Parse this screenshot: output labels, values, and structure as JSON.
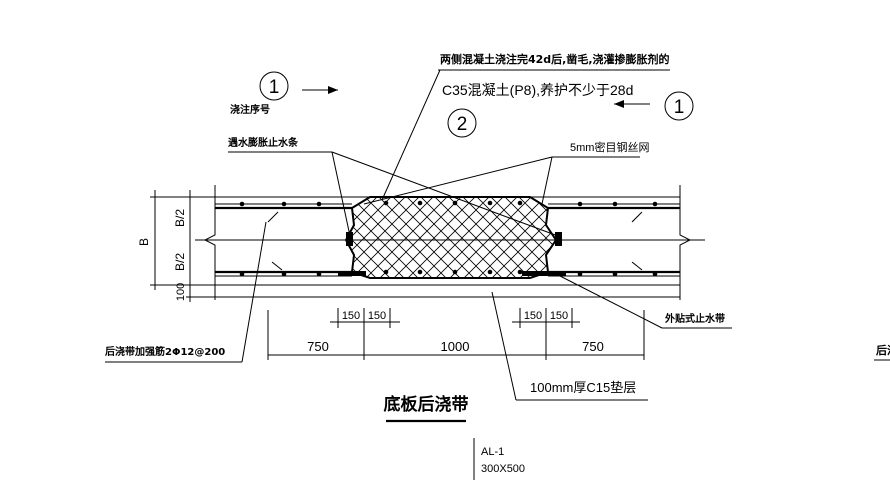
{
  "labels": {
    "pour_sequence": "浇注序号",
    "circle_1": "1",
    "circle_2": "2",
    "note_line1": "两侧混凝土浇注完42d后,凿毛,浇灌掺膨胀剂的",
    "note_line2": "C35混凝土(P8),养护不少于28d",
    "water_stop_strip": "遇水膨胀止水条",
    "mesh": "5mm密目钢丝网",
    "external_water_stop": "外贴式止水带",
    "reinforcement": "后浇带加强筋2Φ12@200",
    "cushion": "100mm厚C15垫层",
    "title": "底板后浇带",
    "right_cut_label": "后浇",
    "tag_name": "AL-1",
    "tag_size": "300X500"
  },
  "dimensions": {
    "left_b": "B",
    "left_b2_top": "B/2",
    "left_b2_bottom": "B/2",
    "left_100": "100",
    "bottom_750_left": "750",
    "bottom_1000": "1000",
    "bottom_750_right": "750",
    "d150_1": "150",
    "d150_2": "150",
    "d150_3": "150",
    "d150_4": "150"
  },
  "colors": {
    "line": "#000000",
    "background": "#ffffff"
  }
}
